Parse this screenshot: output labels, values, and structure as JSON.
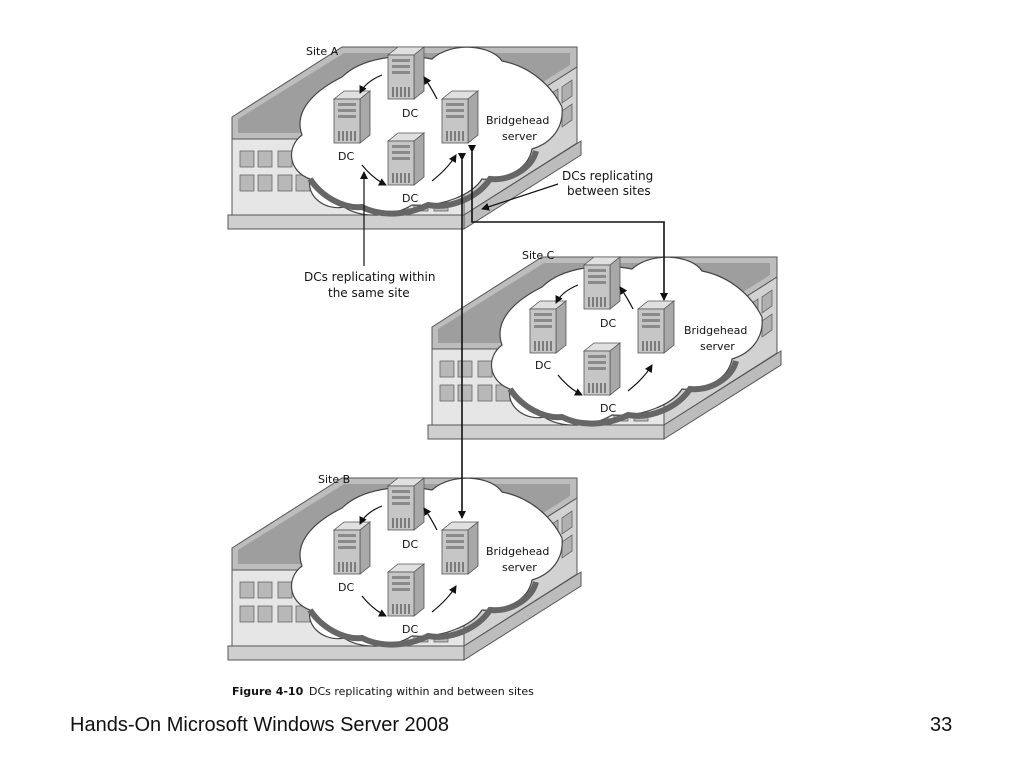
{
  "sites": [
    {
      "label": "Site A",
      "bridgehead": [
        "Bridgehead",
        "server"
      ],
      "dc_label": "DC"
    },
    {
      "label": "Site C",
      "bridgehead": [
        "Bridgehead",
        "server"
      ],
      "dc_label": "DC"
    },
    {
      "label": "Site B",
      "bridgehead": [
        "Bridgehead",
        "server"
      ],
      "dc_label": "DC"
    }
  ],
  "callouts": {
    "within_line1": "DCs replicating within",
    "within_line2": "the same site",
    "between_line1": "DCs replicating",
    "between_line2": "between sites"
  },
  "figure": {
    "number": "Figure 4-10",
    "caption": "DCs replicating within and between sites"
  },
  "footer": {
    "title": "Hands-On Microsoft Windows Server 2008",
    "page": "33"
  }
}
